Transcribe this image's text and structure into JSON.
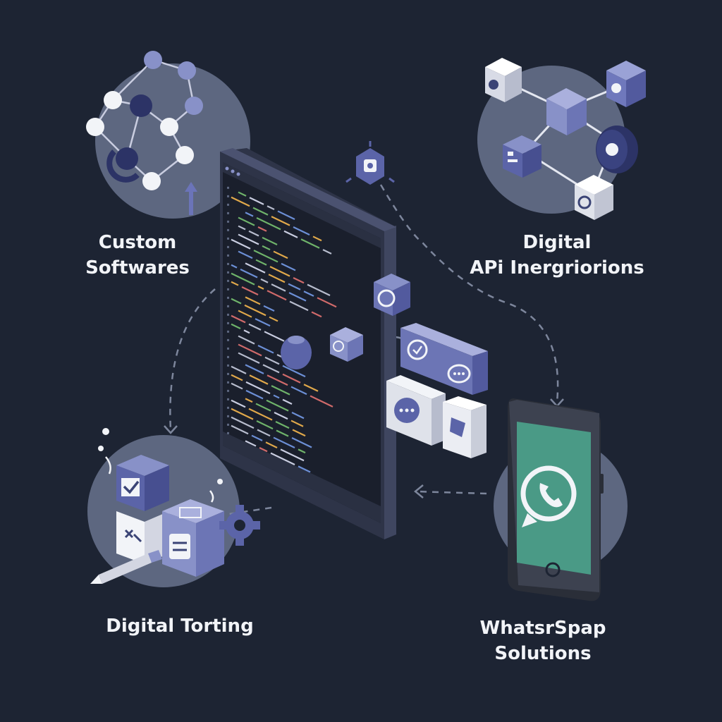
{
  "services": [
    {
      "id": "custom-softwares",
      "lines": [
        "Custom",
        "Softwares"
      ]
    },
    {
      "id": "digital-api",
      "lines": [
        "Digital",
        "APi Inergriorions"
      ]
    },
    {
      "id": "digital-testing",
      "lines": [
        "Digital Torting"
      ]
    },
    {
      "id": "whatsapp",
      "lines": [
        "WhatsrSpap",
        "Solutions"
      ]
    }
  ],
  "colors": {
    "background": "#1d2433",
    "disc": "#5d6780",
    "accent": "#5b64a8",
    "accent_light": "#8891c8",
    "white": "#f2f4f8",
    "phone_screen": "#4a9a86",
    "code_bg": "#1a1f2c"
  },
  "icons": [
    "network-icon",
    "api-cube-icon",
    "checkmark-icon",
    "gear-icon",
    "chat-bubble-icon",
    "whatsapp-icon",
    "monitor-icon"
  ]
}
